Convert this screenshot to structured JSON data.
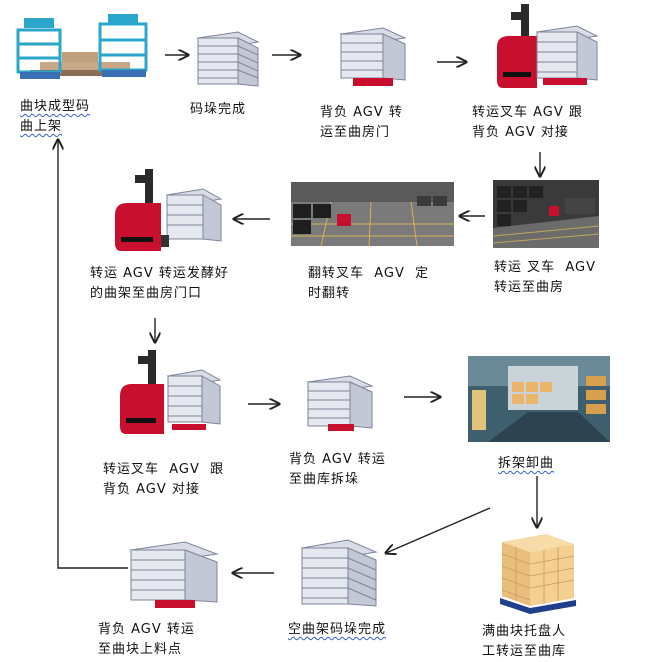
{
  "steps": {
    "s1": "曲块成型码\n曲上架",
    "s2": "码垛完成",
    "s3": "背负 AGV 转\n运至曲房门",
    "s4": "转运叉车 AGV 跟\n背负 AGV 对接",
    "s5": "转运 叉车  AGV\n转运至曲房",
    "s6": "翻转叉车  AGV  定\n时翻转",
    "s7": "转运 AGV 转运发酵好\n的曲架至曲房门口",
    "s8": "转运叉车  AGV  跟\n背负 AGV 对接",
    "s9": "背负 AGV 转运\n至曲库拆垛",
    "s10": "拆架卸曲",
    "s11": "满曲块托盘人\n工转运至曲库",
    "s12": "空曲架码垛完成",
    "s13": "背负 AGV 转运\n至曲块上料点"
  },
  "colors": {
    "agv_red": "#c8102e",
    "rack_grey": "#9aa3b8",
    "rack_blue": "#1f7ec8",
    "arrow": "#222222",
    "pallet_blue": "#1f3f8a",
    "brick": "#f0c98a"
  }
}
